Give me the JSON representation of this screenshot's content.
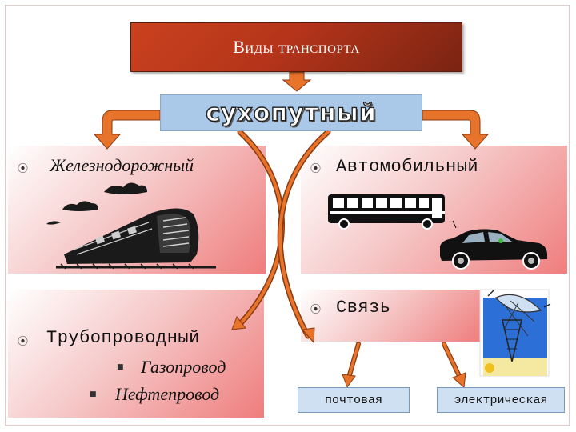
{
  "title": "Виды транспорта",
  "land": "сухопутный",
  "categories": {
    "rail": "Железнодорожный",
    "auto": "Автомобильный",
    "pipe": "Трубопроводный",
    "comm": "Связь"
  },
  "pipe_items": [
    "Газопровод",
    "Нефтепровод"
  ],
  "comm_items": [
    "почтовая",
    "электрическая"
  ],
  "icons": [
    "train-icon",
    "bus-icon",
    "car-icon",
    "antenna-icon"
  ],
  "colors": {
    "title_bg": "#b5341a",
    "land_bg": "#aac8e8",
    "panel_accent": "#ef7d7d",
    "arrow": "#e8732a",
    "sub_box_bg": "#cfe0f2"
  }
}
